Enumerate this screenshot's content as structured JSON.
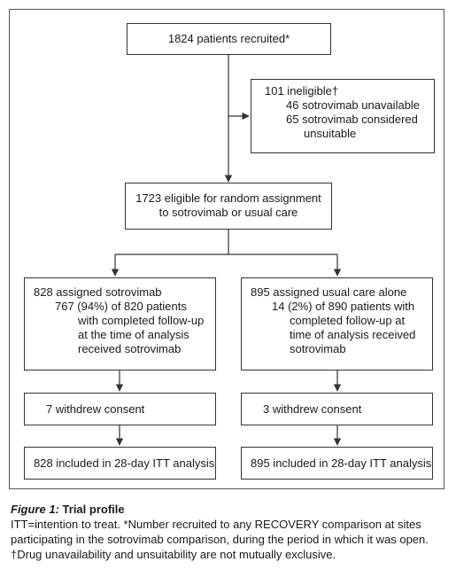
{
  "boxes": {
    "recruited": {
      "lines": [
        "1824 patients recruited*"
      ]
    },
    "ineligible": {
      "lines": [
        "101 ineligible†",
        "46 sotrovimab unavailable",
        "65 sotrovimab considered",
        "unsuitable"
      ]
    },
    "eligible": {
      "lines": [
        "1723 eligible for random assignment",
        "to sotrovimab or usual care"
      ]
    },
    "sotrovimab": {
      "lines": [
        "828 assigned sotrovimab",
        "767 (94%) of 820 patients",
        "with completed follow-up",
        "at the time of analysis",
        "received sotrovimab"
      ]
    },
    "usual_care": {
      "lines": [
        "895 assigned usual care alone",
        "14 (2%) of 890 patients with",
        "completed follow-up at",
        "time of analysis received",
        "sotrovimab"
      ]
    },
    "withdrew_left": {
      "lines": [
        "7 withdrew consent"
      ]
    },
    "withdrew_right": {
      "lines": [
        "3 withdrew consent"
      ]
    },
    "itt_left": {
      "lines": [
        "828 included in 28-day ITT analysis"
      ]
    },
    "itt_right": {
      "lines": [
        "895 included in 28-day ITT analysis"
      ]
    }
  },
  "caption": {
    "figure_label": "Figure 1:",
    "title": "Trial profile",
    "text": "ITT=intention to treat. *Number recruited to any RECOVERY comparison at sites participating in the sotrovimab comparison, during the period in which it was open. †Drug unavailability and unsuitability are not mutually exclusive."
  },
  "colors": {
    "line": "#333333",
    "border": "#555555"
  }
}
